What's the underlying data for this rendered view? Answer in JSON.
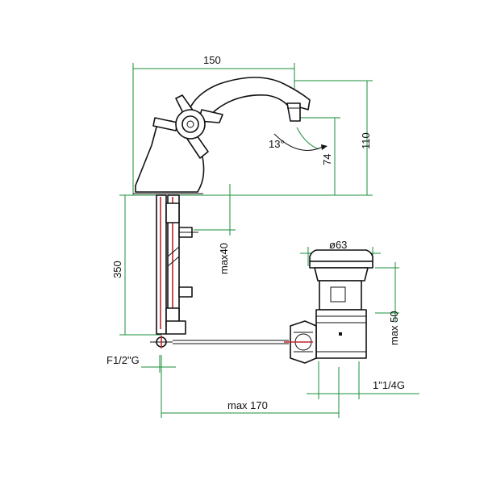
{
  "dimensions": {
    "width_top": "150",
    "height_spout": "110",
    "height_outlet": "74",
    "angle": "13°",
    "height_total": "350",
    "max_body": "max40",
    "drain_dia": "ø63",
    "drain_max": "max 50",
    "inlet_thread": "F1/2\"G",
    "drain_thread": "1\"1/4G",
    "rod_length": "max 170"
  },
  "colors": {
    "dimension_line": "#1a8f3a",
    "outline": "#111111",
    "highlight": "#c0262d"
  }
}
